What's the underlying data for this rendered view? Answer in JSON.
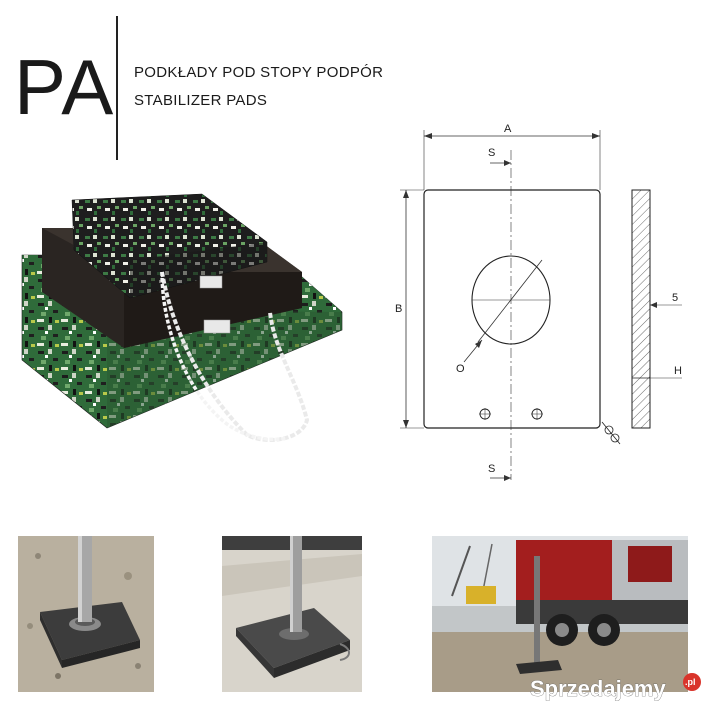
{
  "header": {
    "code": "PA",
    "title_pl": "PODKŁADY POD STOPY PODPÓR",
    "title_en": "STABILIZER PADS"
  },
  "drawing": {
    "label_a": "A",
    "label_b": "B",
    "label_s_top": "S",
    "label_s_bottom": "S",
    "label_o": "O",
    "label_5": "5",
    "label_h": "H"
  },
  "watermark": {
    "text": "Sprzedajemy",
    "tld": ".pl"
  },
  "colors": {
    "green": "#2f6b3a",
    "dark": "#2a2522",
    "line": "#333333"
  }
}
